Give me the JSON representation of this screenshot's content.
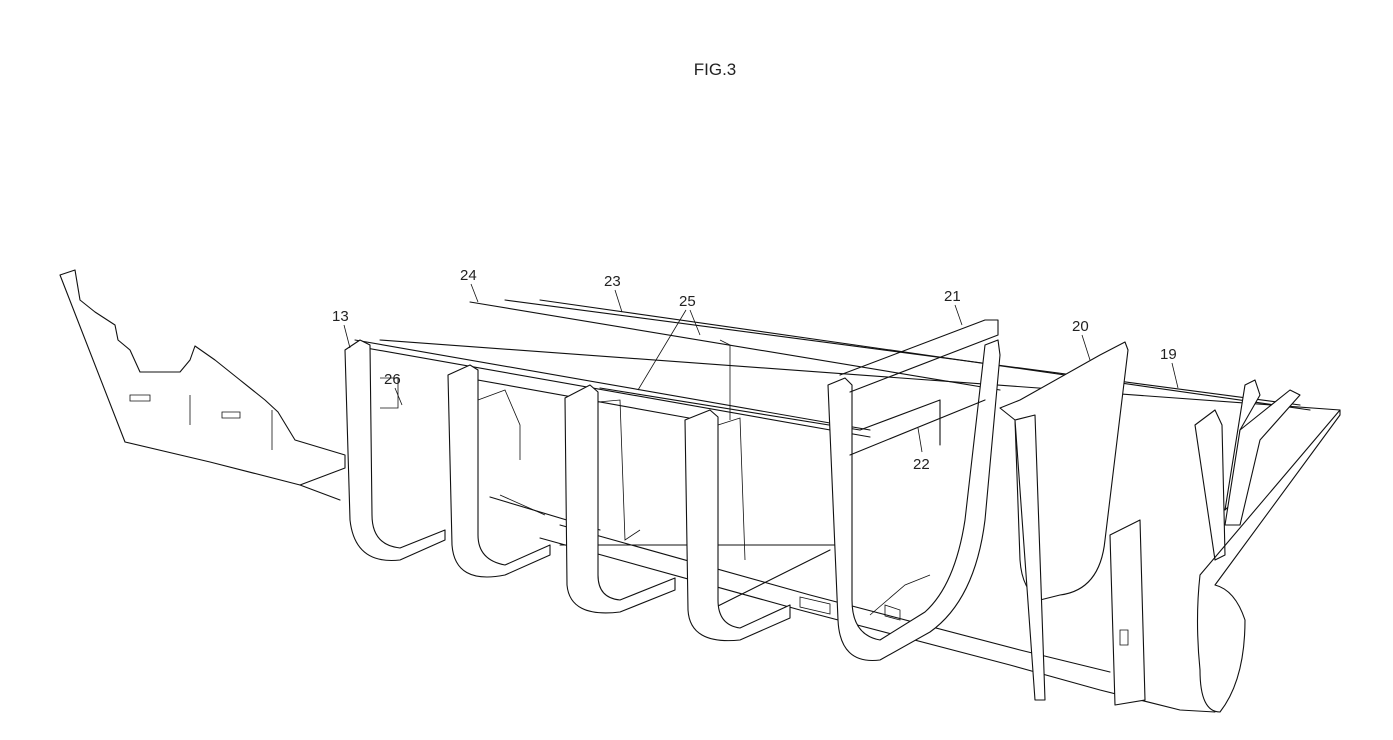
{
  "figure": {
    "title": "FIG.3",
    "reference_numerals": [
      "13",
      "19",
      "20",
      "21",
      "22",
      "23",
      "24",
      "25",
      "26"
    ]
  }
}
